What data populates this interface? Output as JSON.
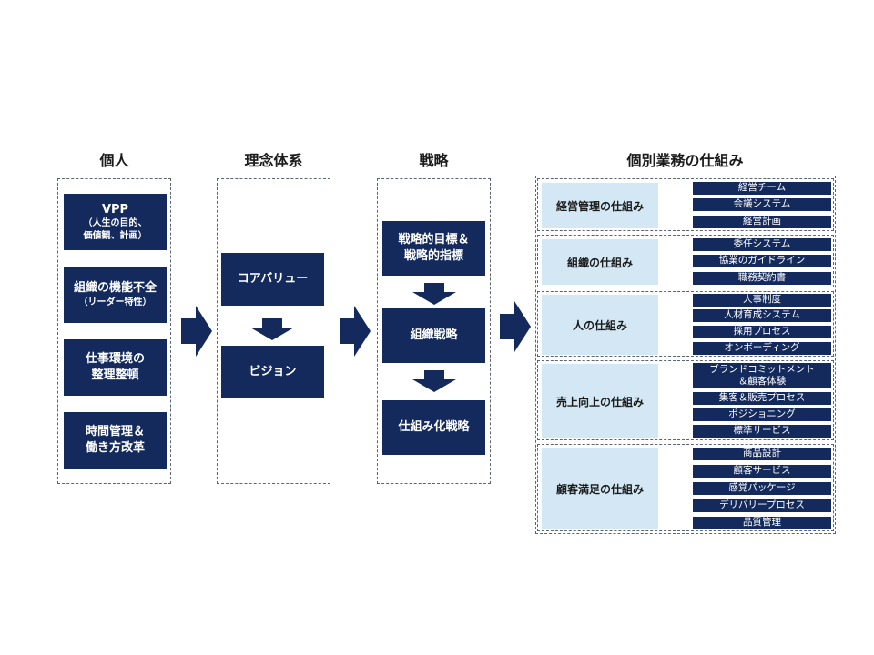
{
  "columns": {
    "individual": {
      "heading": "個人",
      "boxes": [
        {
          "line1": "VPP",
          "line2": "（人生の目的、",
          "line3": "価値観、計画）"
        },
        {
          "line1": "組織の機能不全",
          "line2": "（リーダー特性）"
        },
        {
          "line1": "仕事環境の",
          "line2": "整理整頓"
        },
        {
          "line1": "時間管理＆",
          "line2": "働き方改革"
        }
      ]
    },
    "philosophy": {
      "heading": "理念体系",
      "boxes": [
        "コアバリュー",
        "ビジョン"
      ]
    },
    "strategy": {
      "heading": "戦略",
      "boxes": [
        {
          "line1": "戦略的目標＆",
          "line2": "戦略的指標"
        },
        {
          "line1": "組織戦略"
        },
        {
          "line1": "仕組み化戦略"
        }
      ]
    },
    "business": {
      "heading": "個別業務の仕組み",
      "groups": [
        {
          "label": "経営管理の仕組み",
          "items": [
            "経営チーム",
            "会議システム",
            "経営計画"
          ]
        },
        {
          "label": "組織の仕組み",
          "items": [
            "委任システム",
            "協業のガイドライン",
            "職務契約書"
          ]
        },
        {
          "label": "人の仕組み",
          "items": [
            "人事制度",
            "人材育成システム",
            "採用プロセス",
            "オンボーディング"
          ]
        },
        {
          "label": "売上向上の仕組み",
          "items": [
            "ブランドコミットメント",
            "＆顧客体験",
            "集客＆販売プロセス",
            "ポジショニング",
            "標準サービス"
          ]
        },
        {
          "label": "顧客満足の仕組み",
          "items": [
            "商品設計",
            "顧客サービス",
            "感覚パッケージ",
            "デリバリープロセス",
            "品質管理"
          ]
        }
      ]
    }
  },
  "colors": {
    "navy": "#142a5c",
    "light_blue": "#d3e8f4",
    "border": "#5a6475"
  }
}
